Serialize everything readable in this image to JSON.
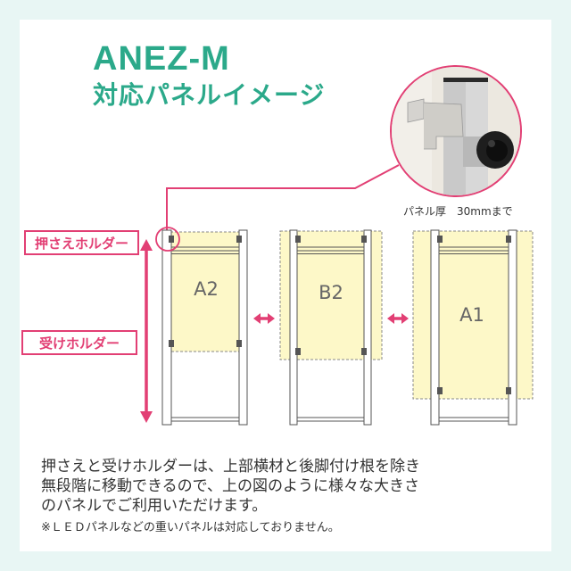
{
  "header": {
    "model": "ANEZ-M",
    "subtitle": "対応パネルイメージ"
  },
  "photo": {
    "caption": "パネル厚　30mmまで",
    "subject": "holder-closeup-with-knob"
  },
  "labels": {
    "top_holder": "押さえホルダー",
    "bottom_holder": "受けホルダー"
  },
  "diagram": {
    "panels": [
      {
        "size": "A2",
        "fill": "#fdf8c8"
      },
      {
        "size": "B2",
        "fill": "#fdf8c8"
      },
      {
        "size": "A1",
        "fill": "#fdf8c8"
      }
    ],
    "accent_color": "#e23f74",
    "frame_color": "#555555"
  },
  "description": {
    "lines": [
      "押さえと受けホルダーは、上部横材と後脚付け根を除き",
      "無段階に移動できるので、上の図のように様々な大きさ",
      "のパネルでご利用いただけます。"
    ],
    "note": "※ＬＥＤパネルなどの重いパネルは対応しておりません。"
  }
}
